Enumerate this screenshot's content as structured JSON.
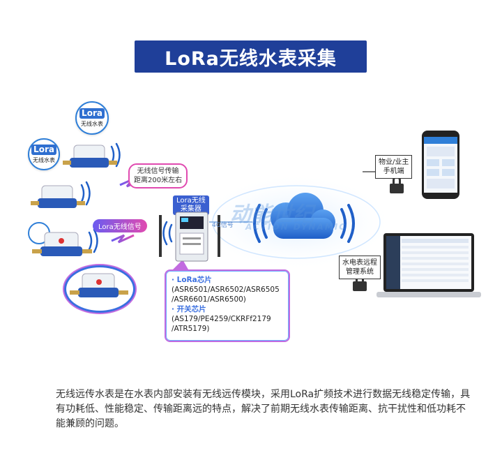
{
  "title": "LoRa无线水表采集",
  "bubbles": [
    {
      "big": "Lora",
      "small": "无线水表"
    },
    {
      "big": "Lora",
      "small": "无线水表"
    }
  ],
  "signal_tag": {
    "line1": "无线信号传输",
    "line2": "距离200米左右"
  },
  "lora_signal": "Lora无线信号",
  "collector": {
    "line1": "Lora无线",
    "line2": "采集器"
  },
  "signal_4g": "4G信号",
  "watermark": {
    "cn": "动能世纪",
    "en": "ACTION DYNAMIC"
  },
  "chip_box": {
    "lora_heading": "· LoRa芯片",
    "lora_line1": "(ASR6501/ASR6502/ASR6505",
    "lora_line2": "/ASR6601/ASR6500)",
    "switch_heading": "· 开关芯片",
    "switch_line1": "(AS179/PE4259/CKRFf2179",
    "switch_line2": "/ATR5179)"
  },
  "phone_label": {
    "line1": "物业/业主",
    "line2": "手机端"
  },
  "system_label": {
    "line1": "水电表远程",
    "line2": "管理系统"
  },
  "description": "无线远传水表是在水表内部安装有无线远传模块，采用LoRa扩频技术进行数据无线稳定传输，具有功耗低、性能稳定、传输距离远的特点，解决了前期无线水表传输距离、抗干扰性和低功耗不能兼顾的问题。",
  "colors": {
    "title_bg": "#1f3f99",
    "accent_blue": "#2f6fd0",
    "accent_pink": "#e04ab0"
  }
}
